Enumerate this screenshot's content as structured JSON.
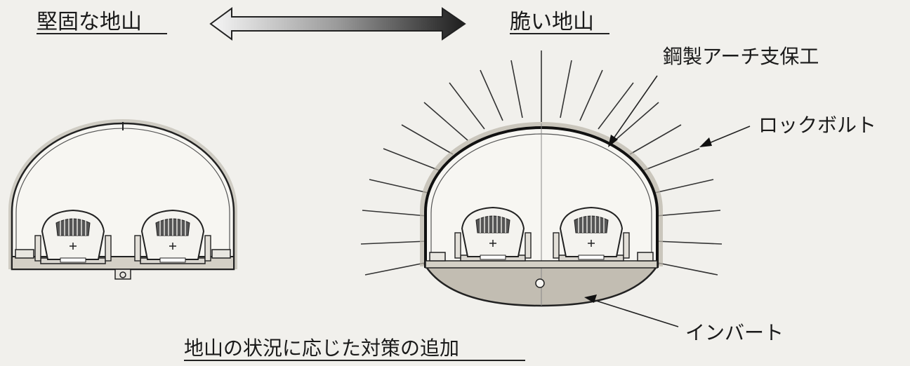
{
  "labels": {
    "solid_ground": "堅固な地山",
    "fragile_ground": "脆い地山",
    "steel_arch": "鋼製アーチ支保工",
    "rock_bolt": "ロックボルト",
    "invert": "インバート",
    "caption": "地山の状況に応じた対策の追加"
  },
  "colors": {
    "background": "#f1f0ec",
    "lining": "#b9b4a8",
    "line": "#222222",
    "arrow_light": "#f4f4f4",
    "arrow_dark": "#2a2a2a",
    "invert_fill": "#c2bdb2"
  }
}
